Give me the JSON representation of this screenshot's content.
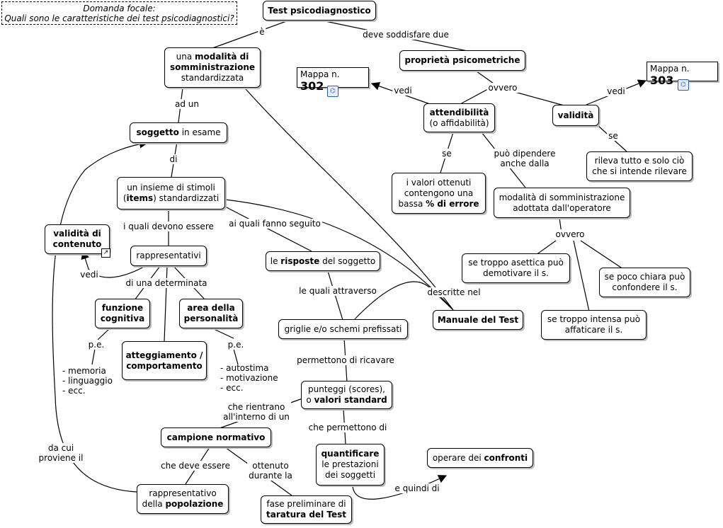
{
  "focal_question": {
    "line1": "Domanda focale:",
    "line2": "Quali sono le caratteristiche dei test psicodiagnostici?"
  },
  "nodes": {
    "test": {
      "b": "Test psicodiagnostico"
    },
    "modalita": {
      "a": "una ",
      "b": "modalità di somministrazione",
      "c": " standardizzata"
    },
    "proprieta": {
      "b": "proprietà psicometriche"
    },
    "soggetto": {
      "b": "soggetto",
      "c": " in esame"
    },
    "attendibilita": {
      "b": "attendibilità",
      "c": "(o affidabilità)"
    },
    "validita": {
      "b": "validità"
    },
    "valori_ottenuti": {
      "a": "i valori ottenuti contengono una bassa ",
      "b": "% di errore"
    },
    "rileva": {
      "a": "rileva tutto e solo ciò che si intende rilevare"
    },
    "insieme": {
      "a": "un insieme di stimoli (",
      "b": "items",
      "c": ") standardizzati"
    },
    "modalita_op": {
      "a": "modalità di somministrazione adottata dall'operatore"
    },
    "validita_contenuto": {
      "b": "validità di contenuto"
    },
    "rappresentativi": {
      "a": "rappresentativi"
    },
    "risposte": {
      "a": "le ",
      "b": "risposte",
      "c": " del soggetto"
    },
    "asettica": {
      "a": "se troppo asettica può demotivare il s."
    },
    "poco_chiara": {
      "a": "se poco chiara può confondere il s."
    },
    "intensa": {
      "a": "se troppo intensa può affaticare il s."
    },
    "funzione": {
      "b": "funzione cognitiva"
    },
    "area": {
      "b": "area della personalità"
    },
    "griglie": {
      "a": "griglie e/o schemi prefissati"
    },
    "manuale": {
      "b": "Manuale del Test"
    },
    "atteggiamento": {
      "b": "atteggiamento / comportamento"
    },
    "punteggi": {
      "a": "punteggi (scores), o ",
      "b": "valori standard"
    },
    "campione": {
      "b": "campione normativo"
    },
    "quantificare": {
      "b": "quantificare",
      "c": "le prestazioni dei soggetti"
    },
    "confronti": {
      "a": "operare dei ",
      "b": "confronti"
    },
    "popolazione": {
      "a": "rappresentativo della ",
      "b": "popolazione"
    },
    "taratura": {
      "a": "fase preliminare di ",
      "b": "taratura del Test"
    }
  },
  "map_refs": [
    {
      "prefix": "Mappa n.",
      "num": "302"
    },
    {
      "prefix": "Mappa n.",
      "num": "303"
    }
  ],
  "link_labels": {
    "e": "è",
    "deve_soddisfare": "deve soddisfare due",
    "ad_un": "ad un",
    "ovvero1": "ovvero",
    "vedi1": "vedi",
    "vedi2": "vedi",
    "se1": "se",
    "se2": "se",
    "di": "di",
    "puo_dipendere": "può dipendere\nanche dalla",
    "i_quali": "i quali devono essere",
    "ai_quali": "ai quali fanno seguito",
    "ovvero2": "ovvero",
    "vedi3": "vedi",
    "di_una": "di una determinata",
    "le_quali": "le quali attraverso",
    "descritte": "descritte nel",
    "pe1": "p.e.",
    "pe2": "p.e.",
    "permettono_ricavare": "permettono di ricavare",
    "che_rientrano": "che rientrano\nall'interno di un",
    "che_permettono": "che permettono di",
    "da_cui": "da cui\nproviene il",
    "che_deve": "che deve essere",
    "ottenuto": "ottenuto\ndurante la",
    "e_quindi": "e quindi di"
  },
  "lists": {
    "cognitive": [
      "- memoria",
      "- linguaggio",
      "- ecc."
    ],
    "personality": [
      "- autostima",
      "- motivazione",
      "- ecc."
    ]
  }
}
